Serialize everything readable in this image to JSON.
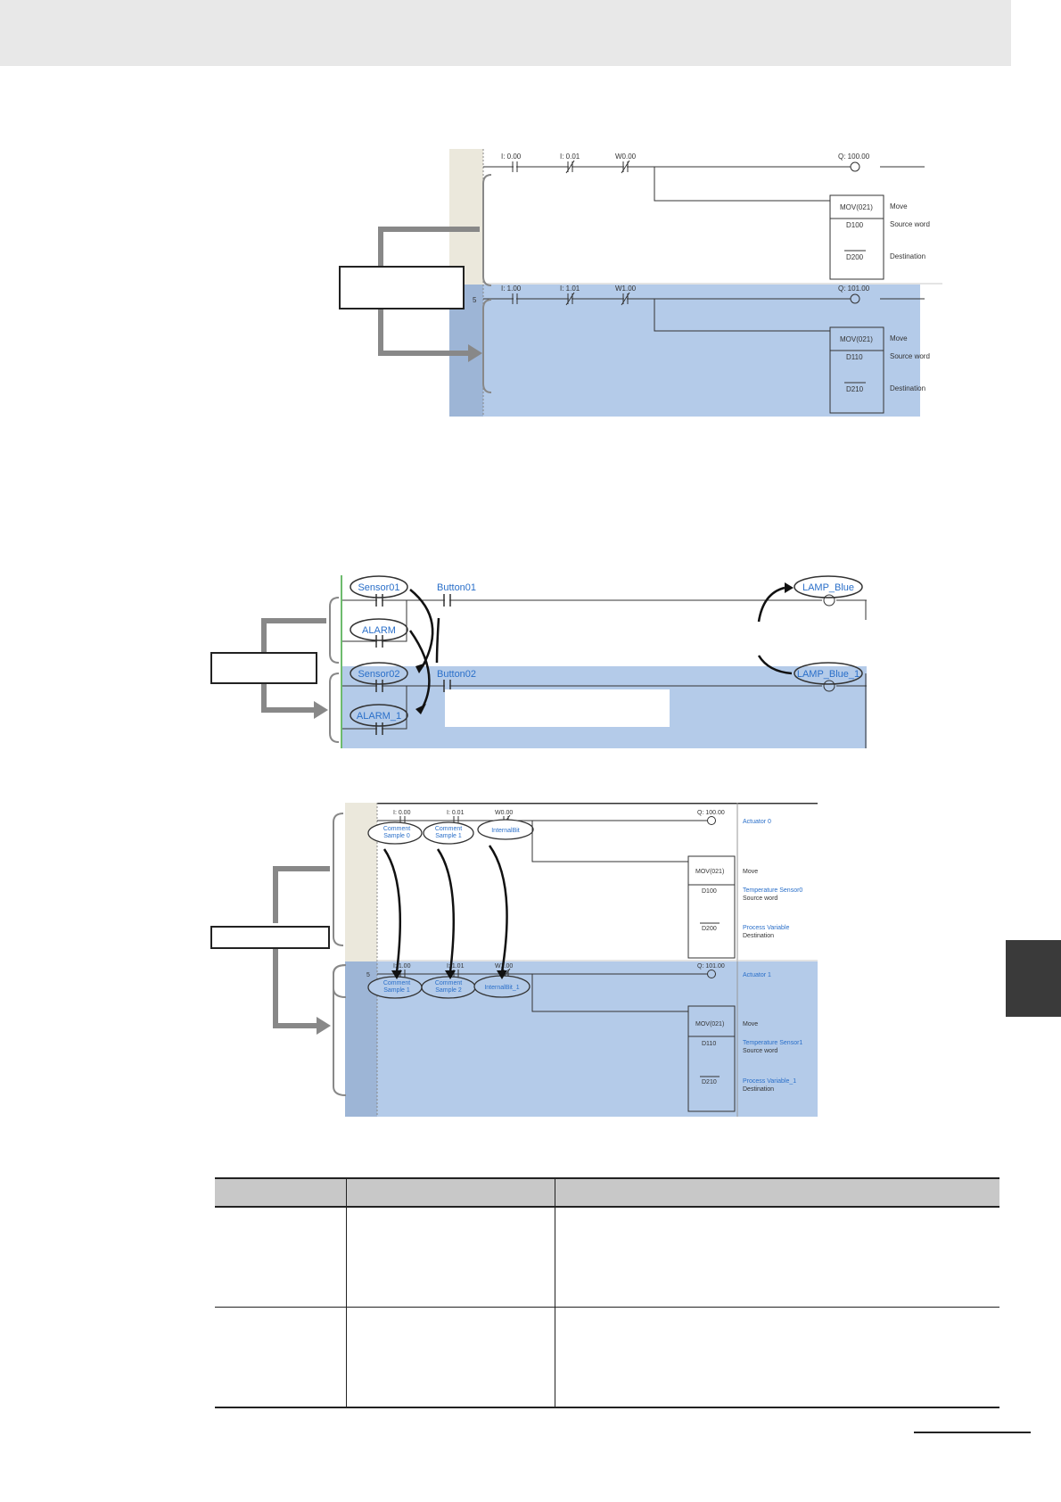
{
  "figure1": {
    "rung1": {
      "contacts": [
        "I: 0.00",
        "I: 0.01",
        "W0.00"
      ],
      "output": "Q: 100.00",
      "instruction": "MOV(021)",
      "source": "D100",
      "destination": "D200",
      "comments": [
        "Move",
        "Source word",
        "Destination"
      ]
    },
    "rung2": {
      "number": "5",
      "contacts": [
        "I: 1.00",
        "I: 1.01",
        "W1.00"
      ],
      "output": "Q: 101.00",
      "instruction": "MOV(021)",
      "source": "D110",
      "destination": "D210",
      "comments": [
        "Move",
        "Source word",
        "Destination"
      ]
    }
  },
  "figure2": {
    "rung1": {
      "contact1": "Sensor01",
      "contact2": "Button01",
      "branch": "ALARM",
      "output": "LAMP_Blue"
    },
    "rung2": {
      "contact1": "Sensor02",
      "contact2": "Button02",
      "branch": "ALARM_1",
      "output": "LAMP_Blue_1"
    }
  },
  "figure3": {
    "rung1": {
      "addresses": [
        "I: 0.00",
        "I: 0.01",
        "W0.00"
      ],
      "names": [
        "Comment Sample 0",
        "Comment Sample 1",
        "InternalBit"
      ],
      "output": "Q: 100.00",
      "output_comment": "Actuator 0",
      "instruction": "MOV(021)",
      "source": "D100",
      "destination": "D200",
      "comments": [
        "Move",
        "Temperature Sensor0",
        "Source word",
        "Process Variable",
        "Destination"
      ]
    },
    "rung2": {
      "number": "5",
      "addresses": [
        "I: 1.00",
        "I: 1.01",
        "W1.00"
      ],
      "names": [
        "Comment Sample 1",
        "Comment Sample 2",
        "InternalBit_1"
      ],
      "output": "Q: 101.00",
      "output_comment": "Actuator 1",
      "instruction": "MOV(021)",
      "source": "D110",
      "destination": "D210",
      "comments": [
        "Move",
        "Temperature Sensor1",
        "Source word",
        "Process Variable_1",
        "Destination"
      ]
    }
  },
  "table": {
    "headers": [
      "",
      "",
      ""
    ],
    "rows": [
      [
        "",
        "",
        ""
      ],
      [
        "",
        "",
        ""
      ]
    ]
  }
}
